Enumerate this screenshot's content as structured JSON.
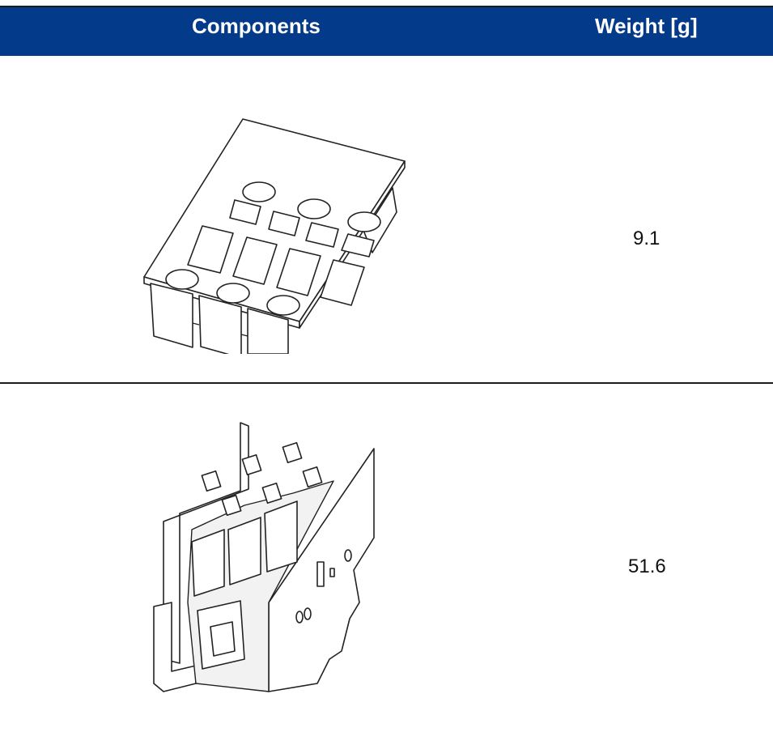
{
  "table": {
    "headers": [
      "Components",
      "Weight [g]"
    ],
    "rows": [
      {
        "component_icon": "terminal-cover-icon",
        "weight": "9.1"
      },
      {
        "component_icon": "auxiliary-contact-block-icon",
        "weight": "51.6"
      }
    ]
  },
  "colors": {
    "header_bg": "#043a8a",
    "header_text": "#ffffff"
  }
}
